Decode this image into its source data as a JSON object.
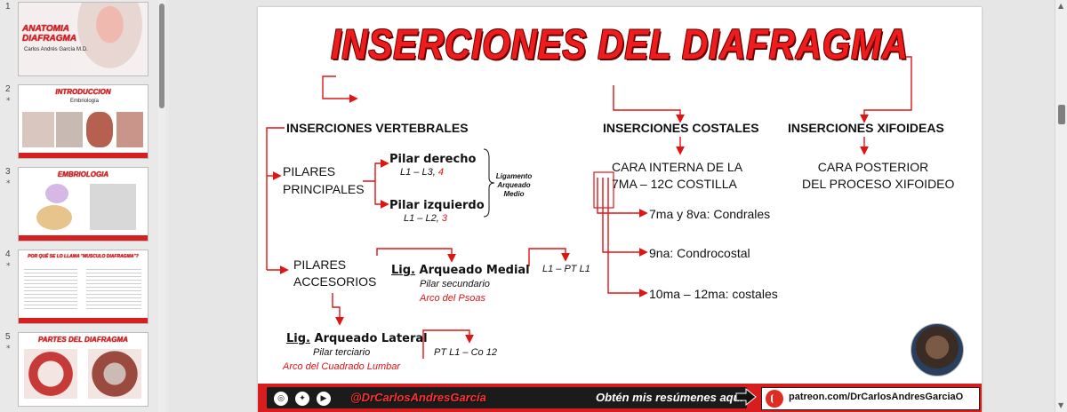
{
  "thumbnails": [
    {
      "number": "1",
      "star": "",
      "title": "ANATOMIA DIAFRAGMA",
      "subtitle": "Carlos Andrés García M.D."
    },
    {
      "number": "2",
      "star": "*",
      "title": "INTRODUCCION",
      "subtitle": "Embriología"
    },
    {
      "number": "3",
      "star": "*",
      "title": "EMBRIOLOGIA",
      "subtitle": ""
    },
    {
      "number": "4",
      "star": "*",
      "title": "POR QUÉ SE LO LLAMA \"MUSCULO DIAFRAGMA\"?",
      "subtitle": ""
    },
    {
      "number": "5",
      "star": "*",
      "title": "PARTES DEL DIAFRAGMA",
      "subtitle": ""
    }
  ],
  "slide": {
    "title": "INSERCIONES DEL DIAFRAGMA",
    "headings": {
      "vertebrales": "INSERCIONES VERTEBRALES",
      "costales": "INSERCIONES COSTALES",
      "xifoideas": "INSERCIONES XIFOIDEAS"
    },
    "vertebral": {
      "pilares_principales": [
        "PILARES",
        "PRINCIPALES"
      ],
      "pilar_derecho": "Pilar derecho",
      "pilar_derecho_range": "L1 – L3,",
      "pilar_derecho_num": "4",
      "pilar_izquierdo": "Pilar izquierdo",
      "pilar_izquierdo_range": "L1 – L2,",
      "pilar_izquierdo_num": "3",
      "ligamento": [
        "Ligamento",
        "Arqueado",
        "Medio"
      ],
      "pilares_accesorios": [
        "PILARES",
        "ACCESORIOS"
      ],
      "lig_medial_prefix": "Lig.",
      "lig_medial": " Arqueado Medial",
      "lig_medial_sub": "Pilar secundario",
      "lig_medial_red": "Arco del Psoas",
      "lig_medial_range": "L1 – PT L1",
      "lig_lateral_prefix": "Lig.",
      "lig_lateral": " Arqueado Lateral",
      "lig_lateral_sub": "Pilar terciario",
      "lig_lateral_red": "Arco del Cuadrado Lumbar",
      "lig_lateral_range": "PT L1 – Co 12"
    },
    "costal": {
      "cara_interna": [
        "CARA INTERNA DE LA",
        "7MA – 12C COSTILLA"
      ],
      "items": [
        "7ma y 8va: Condrales",
        "9na: Condrocostal",
        "10ma – 12ma: costales"
      ]
    },
    "xifoidea": {
      "cara_posterior": [
        "CARA POSTERIOR",
        "DEL PROCESO XIFOIDEO"
      ]
    },
    "footer": {
      "handle": "@DrCarlosAndresGarcía",
      "cta": "Obtén mis resúmenes aquí",
      "patreon_url": "patreon.com/DrCarlosAndresGarciaO"
    }
  },
  "colors": {
    "accent": "#e01414",
    "bar": "#d71d1d",
    "dark": "#1b1b1b"
  }
}
